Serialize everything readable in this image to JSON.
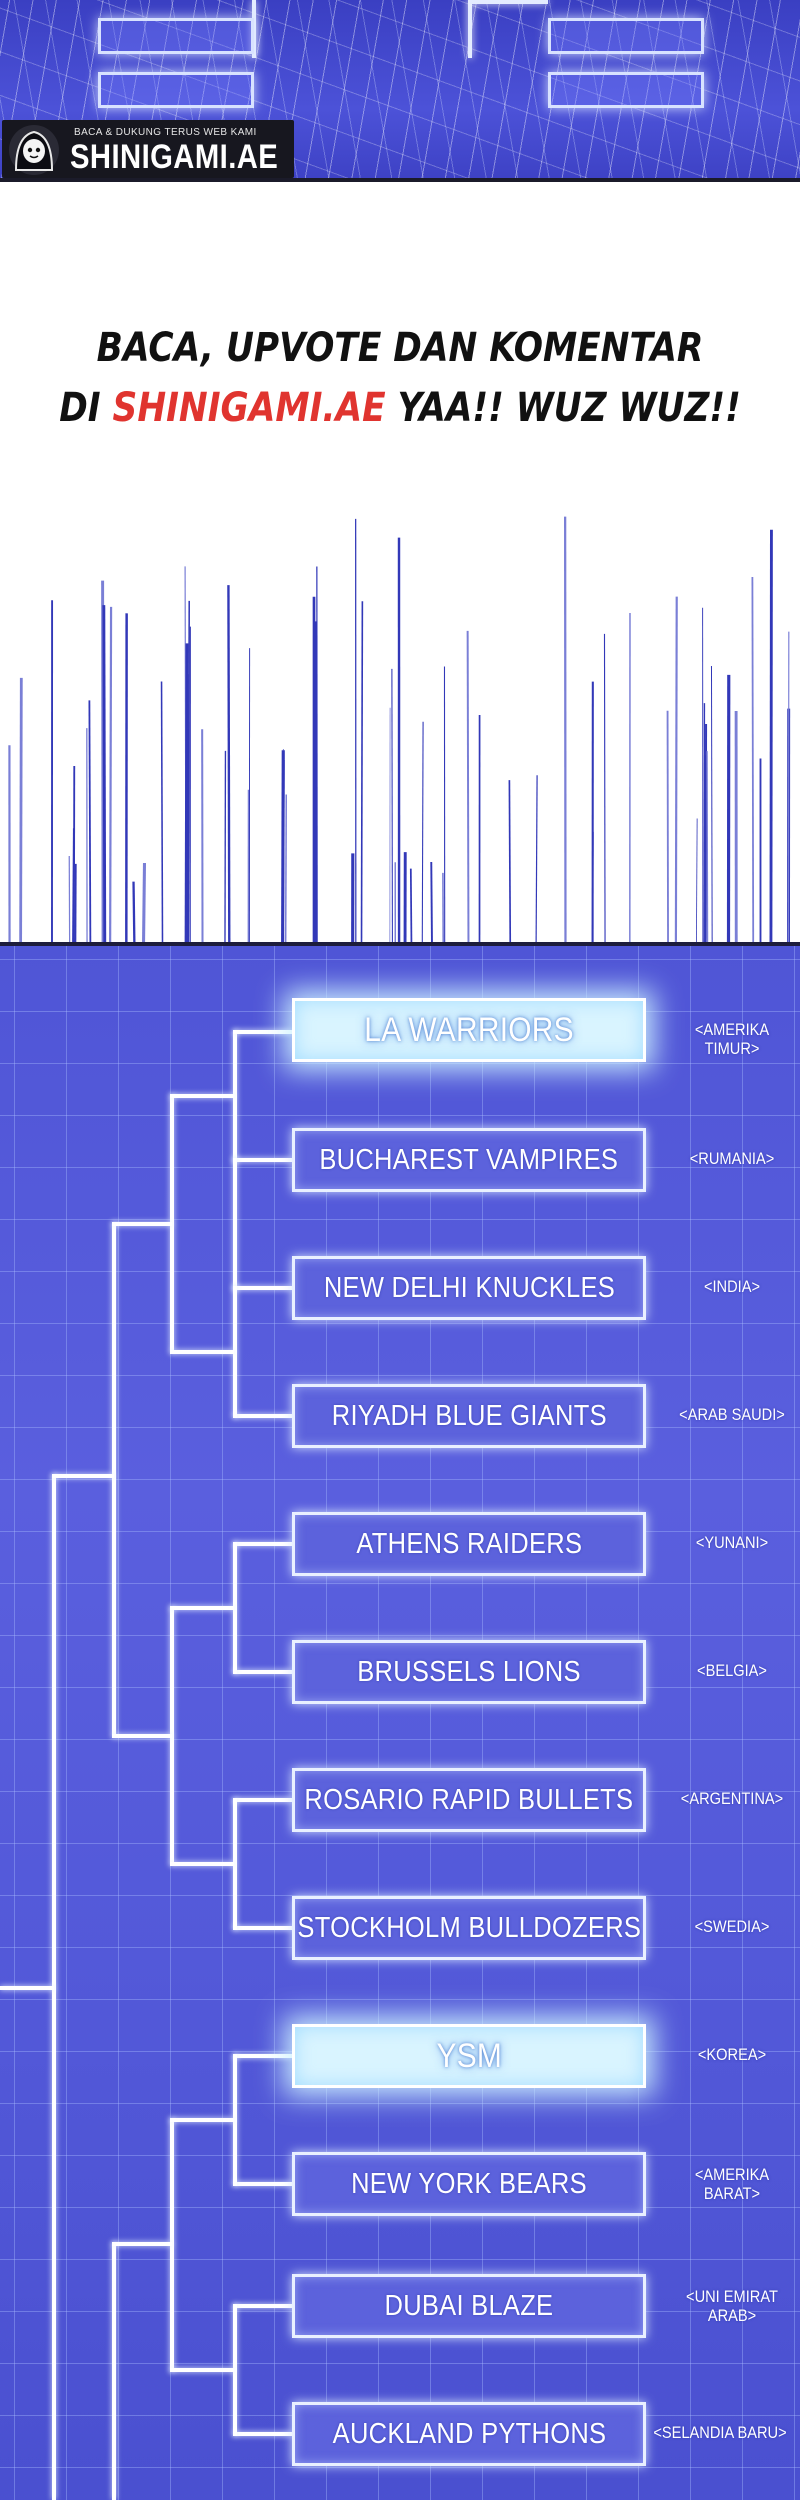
{
  "logo": {
    "tagline": "BACA & DUKUNG TERUS WEB KAMI",
    "brand": "SHINIGAMI.AE"
  },
  "message": {
    "line1": "BACA, UPVOTE DAN KOMENTAR",
    "line2_prefix": "DI ",
    "line2_brand": "SHINIGAMI.AE",
    "line2_suffix": " YAA!! WUZ WUZ!!"
  },
  "colors": {
    "bracket_background": "#5258d8",
    "highlight_box": "#d9f4ff",
    "brand_red": "#e0342f"
  },
  "bracket": {
    "teams": [
      {
        "name": "LA WARRIORS",
        "country_line1": "<AMERIKA",
        "country_line2": "TIMUR>",
        "highlight": true
      },
      {
        "name": "BUCHAREST VAMPIRES",
        "country_line1": "<RUMANIA>",
        "country_line2": "",
        "highlight": false
      },
      {
        "name": "NEW DELHI KNUCKLES",
        "country_line1": "<INDIA>",
        "country_line2": "",
        "highlight": false
      },
      {
        "name": "RIYADH BLUE GIANTS",
        "country_line1": "<ARAB SAUDI>",
        "country_line2": "",
        "highlight": false
      },
      {
        "name": "ATHENS RAIDERS",
        "country_line1": "<YUNANI>",
        "country_line2": "",
        "highlight": false
      },
      {
        "name": "BRUSSELS LIONS",
        "country_line1": "<BELGIA>",
        "country_line2": "",
        "highlight": false
      },
      {
        "name": "ROSARIO RAPID BULLETS",
        "country_line1": "<ARGENTINA>",
        "country_line2": "",
        "highlight": false
      },
      {
        "name": "STOCKHOLM BULLDOZERS",
        "country_line1": "<SWEDIA>",
        "country_line2": "",
        "highlight": false
      },
      {
        "name": "YSM",
        "country_line1": "<KOREA>",
        "country_line2": "",
        "highlight": true
      },
      {
        "name": "NEW YORK BEARS",
        "country_line1": "<AMERIKA",
        "country_line2": "BARAT>",
        "highlight": false
      },
      {
        "name": "DUBAI BLAZE",
        "country_line1": "<UNI EMIRAT",
        "country_line2": "ARAB>",
        "highlight": false
      },
      {
        "name": "AUCKLAND PYTHONS",
        "country_line1": "<SELANDIA BARU>",
        "country_line2": "",
        "highlight": false
      }
    ]
  }
}
